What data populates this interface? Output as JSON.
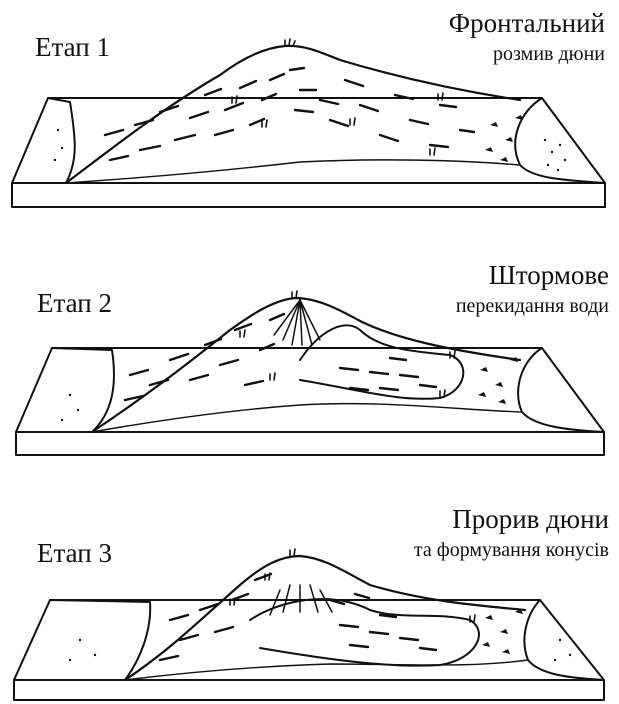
{
  "panels": [
    {
      "stage_label": "Етап 1",
      "caption_line1": "Фронтальний",
      "caption_line2": "розмив дюни"
    },
    {
      "stage_label": "Етап 2",
      "caption_line1": "Штормове",
      "caption_line2": "перекидання води"
    },
    {
      "stage_label": "Етап 3",
      "caption_line1": "Прорив дюни",
      "caption_line2": "та формування конусів"
    }
  ]
}
